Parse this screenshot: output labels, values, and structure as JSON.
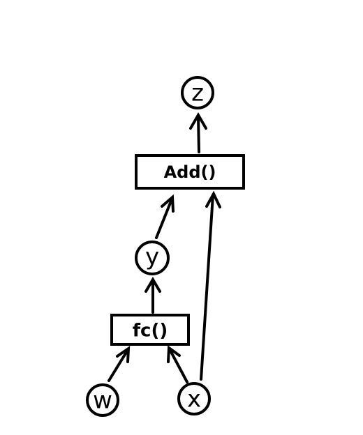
{
  "nodes": {
    "z": "z",
    "y": "y",
    "w": "w",
    "x": "x"
  },
  "ops": {
    "add": "Add()",
    "fc": "fc()"
  }
}
